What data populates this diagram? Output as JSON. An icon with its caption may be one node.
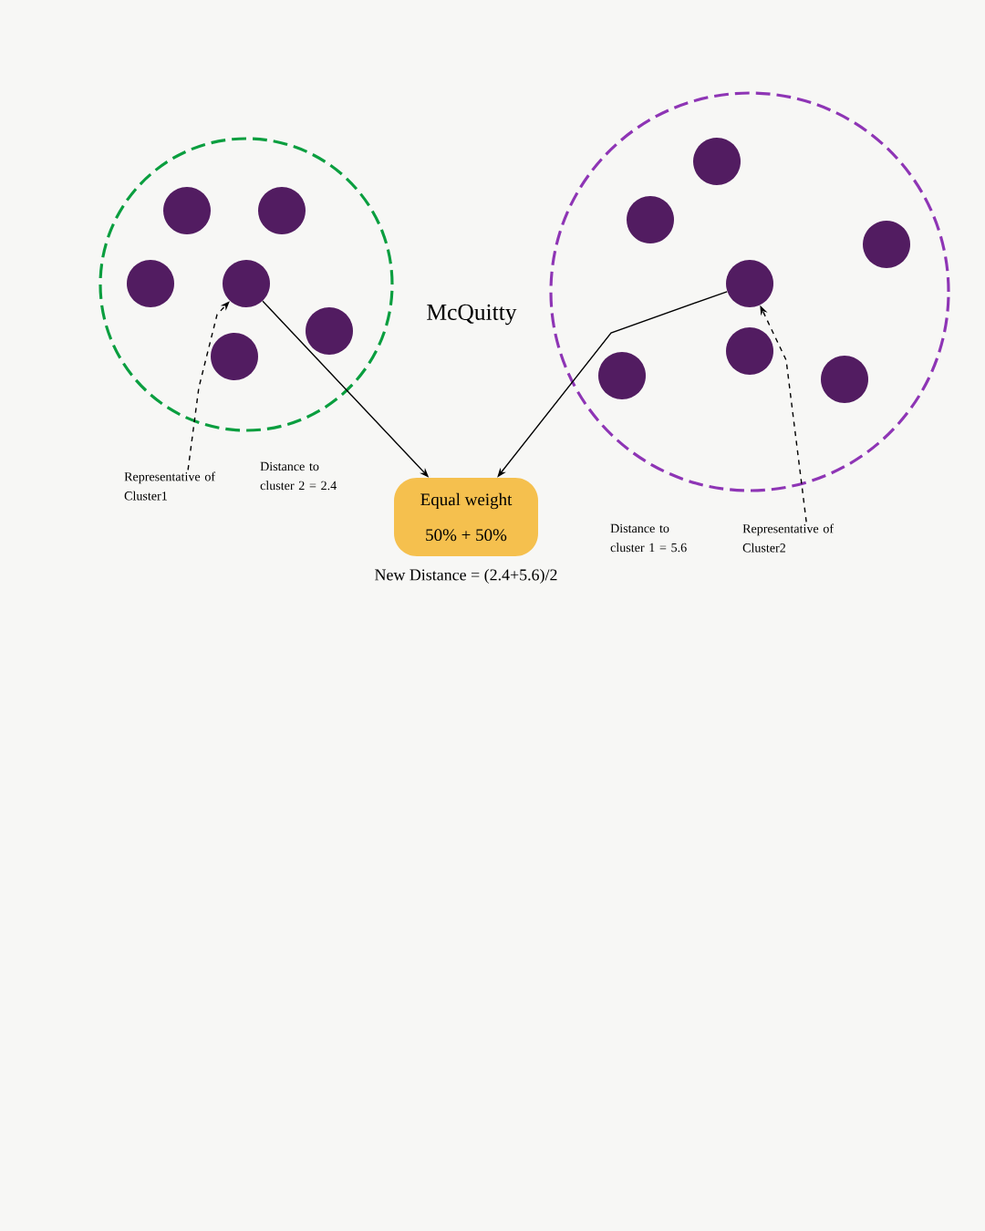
{
  "diagram": {
    "title": "McQuitty",
    "nodes": [
      {
        "text": [],
        "shape": "circle"
      },
      {
        "text": [],
        "shape": "circle",
        "in": 0
      },
      {
        "text": [],
        "shape": "circle",
        "in": 0
      },
      {
        "text": [],
        "shape": "circle",
        "in": 0
      },
      {
        "text": [],
        "shape": "circle",
        "in": 0
      },
      {
        "text": [],
        "shape": "circle",
        "in": 0
      },
      {
        "text": [],
        "shape": "circle",
        "in": 0
      },
      {
        "text": [],
        "shape": "circle"
      },
      {
        "text": [],
        "shape": "circle",
        "in": 7
      },
      {
        "text": [],
        "shape": "circle",
        "in": 7
      },
      {
        "text": [],
        "shape": "circle",
        "in": 7
      },
      {
        "text": [],
        "shape": "circle",
        "in": 7
      },
      {
        "text": [],
        "shape": "circle",
        "in": 7
      },
      {
        "text": [],
        "shape": "circle",
        "in": 7
      },
      {
        "text": [],
        "shape": "circle",
        "in": 7
      },
      {
        "text": [
          "Representative of Cluster1"
        ]
      },
      {
        "text": [
          "Representative of Cluster2"
        ]
      },
      {
        "text": [
          "Equal weight",
          "50% + 50%"
        ],
        "beside": [
          "New Distance = (2.4+5.6)/2"
        ]
      }
    ],
    "edges": [
      {
        "from": 15,
        "to": 4,
        "arrow": "to",
        "style": "dashed"
      },
      {
        "from": 4,
        "to": 17,
        "arrow": "to"
      },
      {
        "from": 11,
        "to": 17,
        "arrow": "to"
      },
      {
        "from": 16,
        "to": 11,
        "arrow": "to",
        "style": "dashed"
      }
    ],
    "labels": [
      "Distance to cluster 2 = 2.4",
      "Distance to cluster 1 = 5.6"
    ]
  }
}
